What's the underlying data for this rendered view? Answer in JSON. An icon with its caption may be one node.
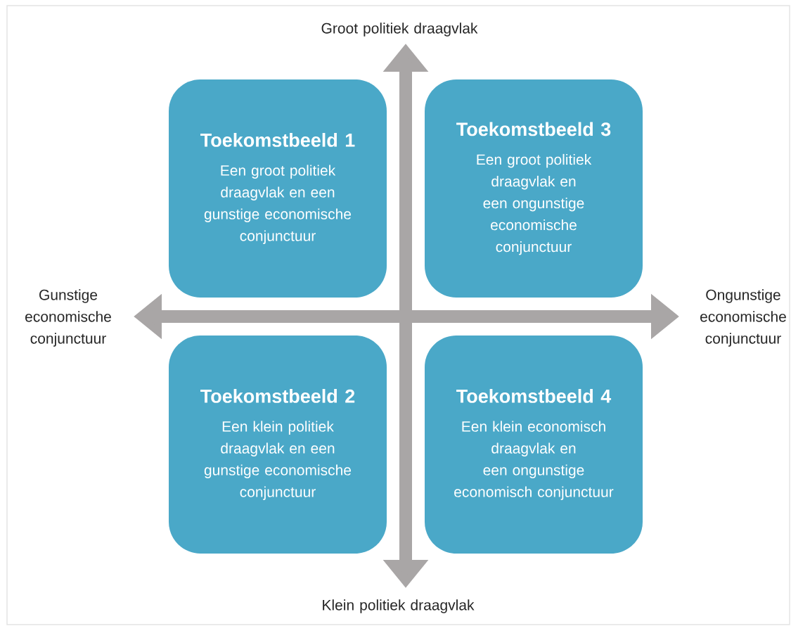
{
  "diagram": {
    "nodes": [
      {
        "text": [
          "Toekomstbeeld 1",
          "Een groot politiek draagvlak en een gunstige economische conjunctuur"
        ]
      },
      {
        "text": [
          "Toekomstbeeld 3",
          "Een groot politiek draagvlak en een ongunstige economische conjunctuur"
        ]
      },
      {
        "text": [
          "Toekomstbeeld 2",
          "Een klein politiek draagvlak en een gunstige economische conjunctuur"
        ]
      },
      {
        "text": [
          "Toekomstbeeld 4",
          "Een klein economisch draagvlak en een ongunstige economisch conjunctuur"
        ]
      }
    ],
    "labels": [
      "Groot politiek draagvlak",
      "Gunstige economische conjunctuur",
      "Ongunstige economische conjunctuur",
      "Klein politiek draagvlak"
    ]
  }
}
